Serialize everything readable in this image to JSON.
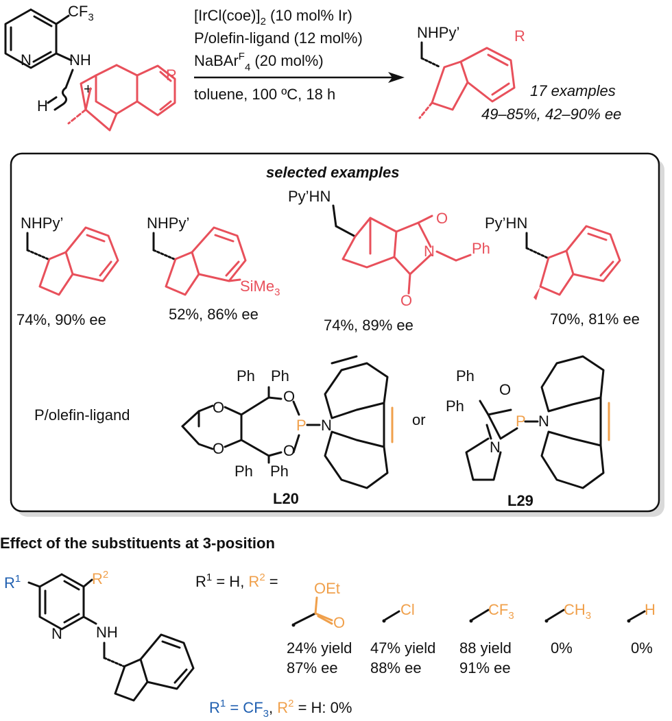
{
  "conditions": {
    "line1_a": "[IrCl(coe)]",
    "line1_sub": "2",
    "line1_b": " (10 mol% Ir)",
    "line2": "P/olefin-ligand (12 mol%)",
    "line3_a": "NaBAr",
    "line3_sup": "F",
    "line3_sub": "4",
    "line3_b": " (20 mol%)",
    "line4": "toluene, 100 ºC, 18 h"
  },
  "reactant": {
    "cf3_a": "CF",
    "cf3_sub": "3",
    "n_label": "N",
    "nh_label": "NH",
    "h_label": "H",
    "plus": "+",
    "r_label": "R"
  },
  "product": {
    "nhpy": "NHPy’",
    "r_label": "R",
    "summary_line1": "17 examples",
    "summary_line2": "49–85%, 42–90% ee"
  },
  "examples_box": {
    "title": "selected examples",
    "items": [
      {
        "amine": "NHPy’",
        "result": "74%, 90% ee"
      },
      {
        "amine": "NHPy’",
        "substituent": "SiMe",
        "substituent_sub": "3",
        "result": "52%, 86% ee"
      },
      {
        "amine": "Py’HN",
        "o_top": "O",
        "n_label": "N",
        "o_bottom": "O",
        "ph": "Ph",
        "result": "74%, 89% ee"
      },
      {
        "amine": "Py’HN",
        "result": "70%, 81% ee"
      }
    ],
    "ligand_label": "P/olefin-ligand",
    "or_label": "or",
    "l20": {
      "name": "L20",
      "ph": "Ph",
      "o": "O",
      "p": "P",
      "n": "N"
    },
    "l29": {
      "name": "L29",
      "ph": "Ph",
      "o": "O",
      "p": "P",
      "n": "N"
    }
  },
  "effect": {
    "title": "Effect of the substituents at 3-position",
    "r1": "R",
    "r1_sup": "1",
    "r2": "R",
    "r2_sup": "2",
    "n_label": "N",
    "nh_label": "NH",
    "header_a": "R",
    "header_sup1": "1",
    "header_b": " = H, ",
    "header_c": "R",
    "header_sup2": "2",
    "header_d": " =",
    "oet": "OEt",
    "o": "O",
    "cl": "Cl",
    "cf3_a": "CF",
    "cf3_sub": "3",
    "ch3_a": "CH",
    "ch3_sub": "3",
    "h": "H",
    "results": [
      {
        "line1": "24% yield",
        "line2": "87% ee"
      },
      {
        "line1": "47% yield",
        "line2": "88% ee"
      },
      {
        "line1": "88 yield",
        "line2": "91% ee"
      },
      {
        "line1": "0%",
        "line2": ""
      },
      {
        "line1": "0%",
        "line2": ""
      }
    ],
    "footer_a": "R",
    "footer_sup1": "1",
    "footer_b": " = CF",
    "footer_sub": "3",
    "footer_c": ", ",
    "footer_d": "R",
    "footer_sup2": "2",
    "footer_e": " = H: 0%"
  },
  "colors": {
    "highlight_red": "#e8505b",
    "highlight_orange": "#f0a04b",
    "highlight_blue": "#1f5fb0"
  }
}
